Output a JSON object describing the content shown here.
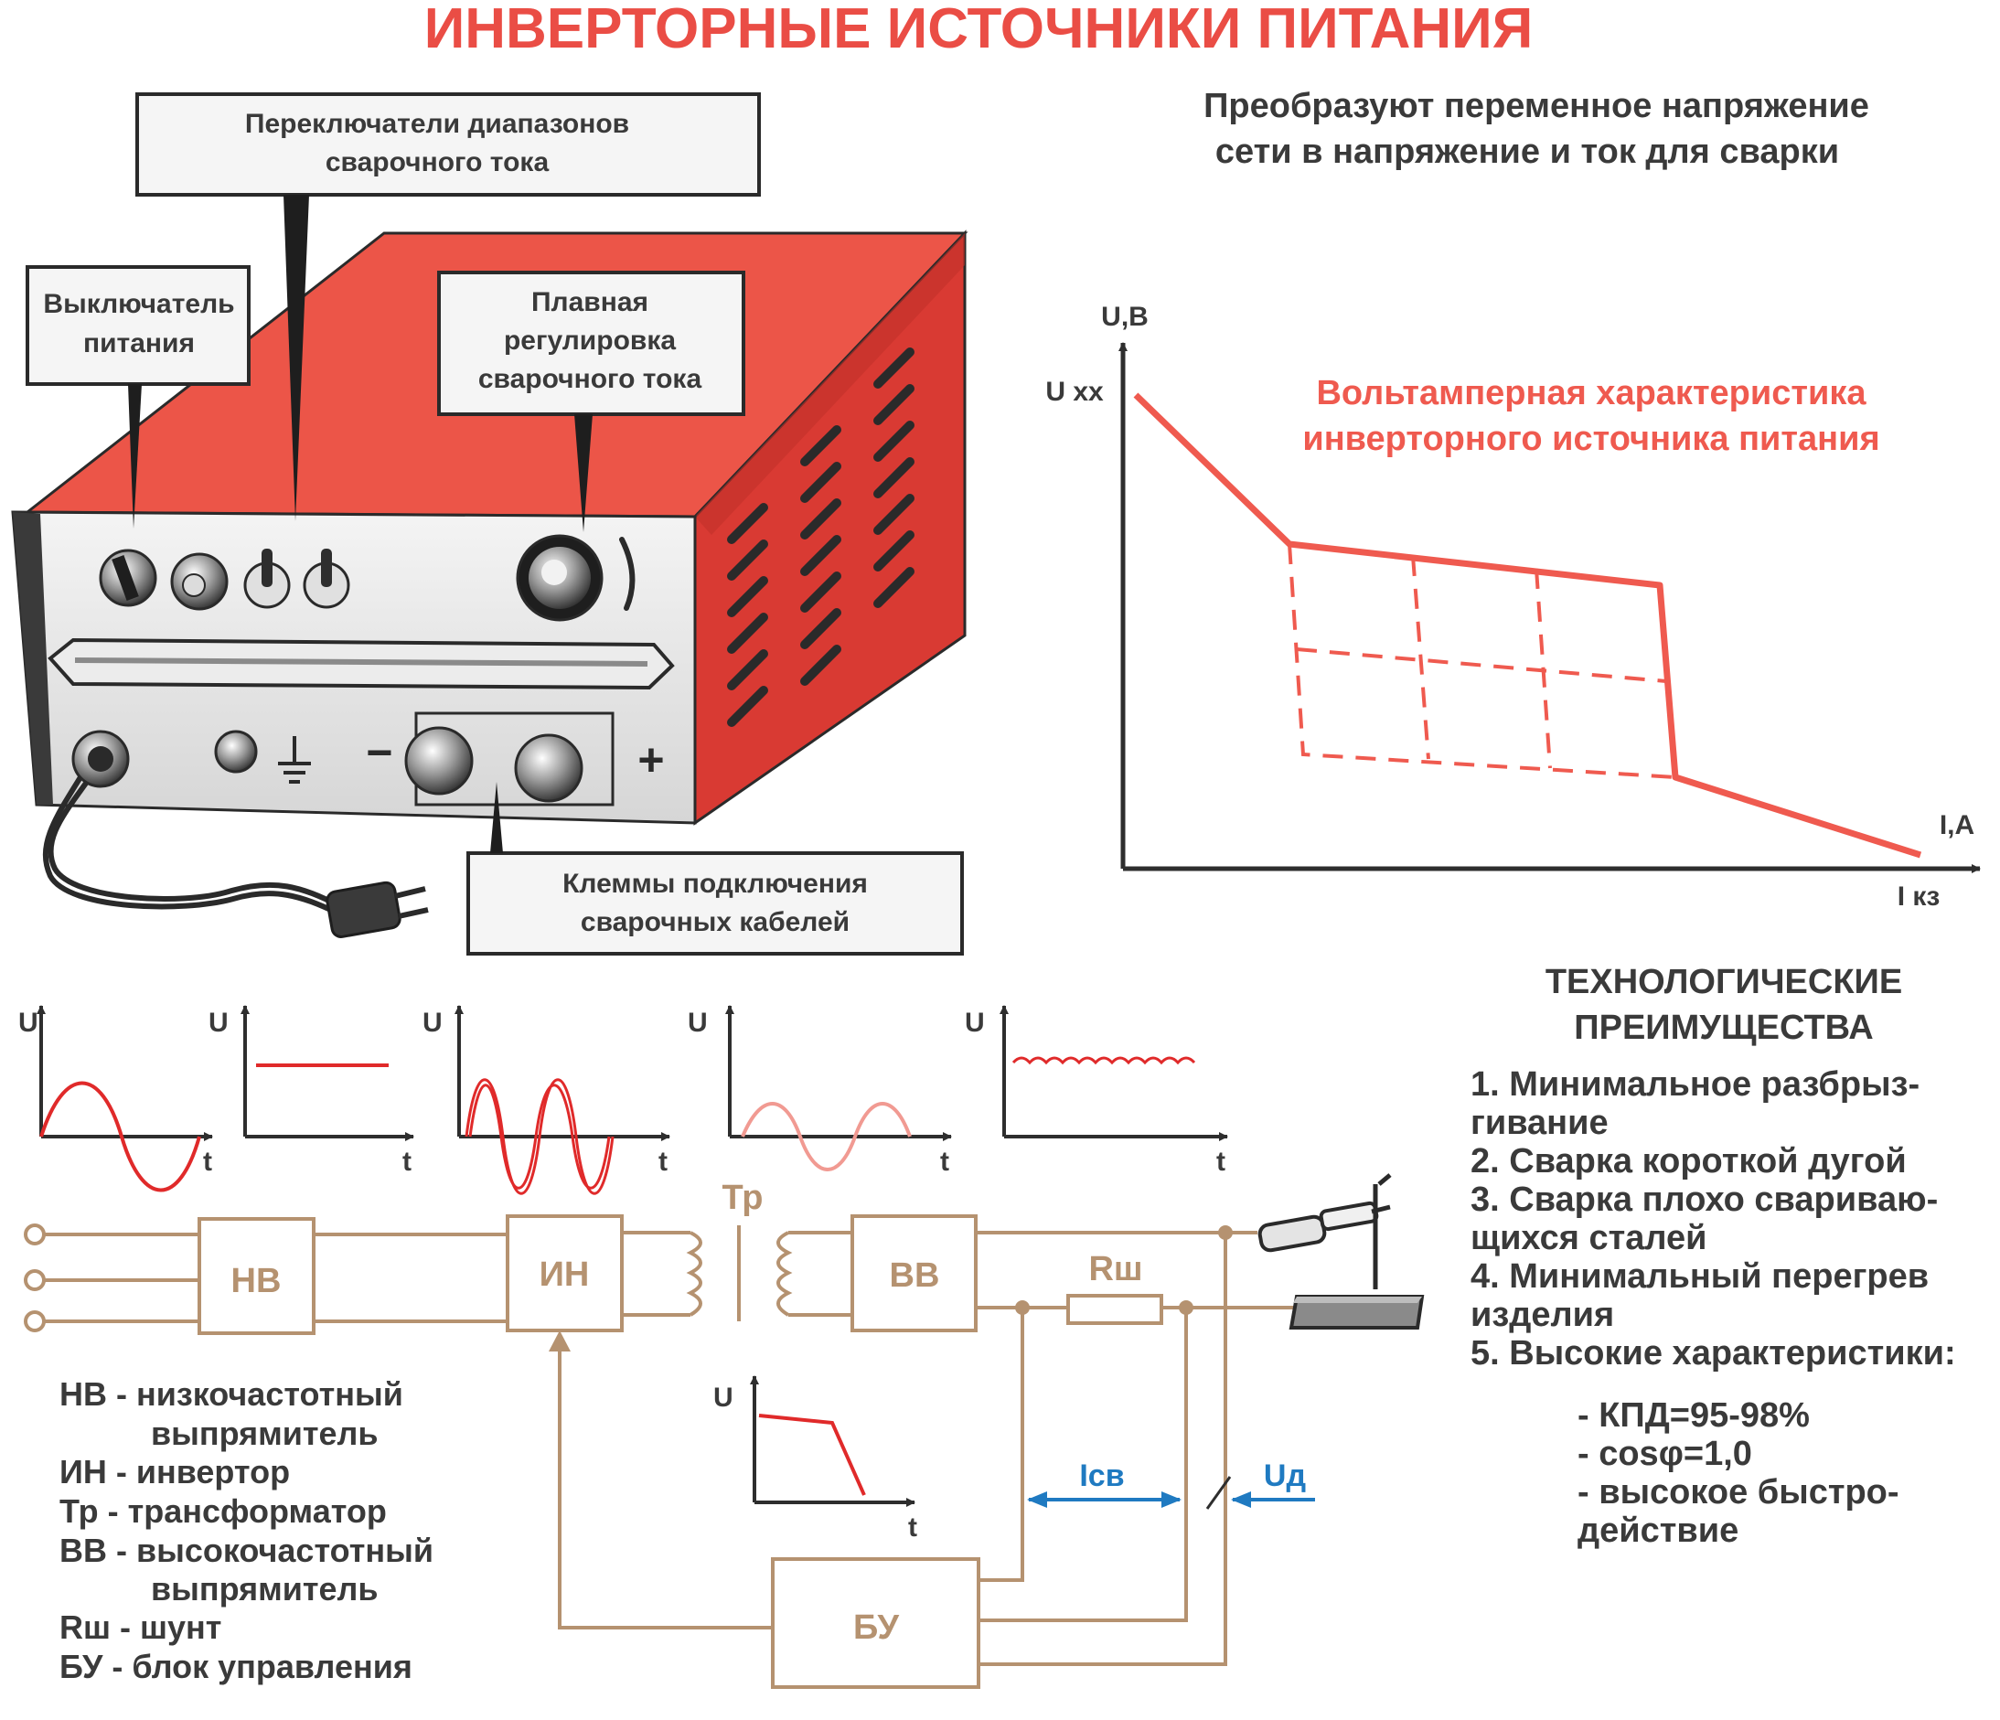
{
  "title": "ИНВЕРТОРНЫЕ ИСТОЧНИКИ ПИТАНИЯ",
  "subtitle": [
    "Преобразуют переменное напряжение",
    "сети в напряжение и ток для сварки"
  ],
  "callouts": {
    "range_switches": [
      "Переключатели диапазонов",
      "сварочного тока"
    ],
    "power_switch": [
      "Выключатель",
      "питания"
    ],
    "smooth_regulation": [
      "Плавная",
      "регулировка",
      "сварочного тока"
    ],
    "terminals": [
      "Клеммы подключения",
      "сварочных кабелей"
    ]
  },
  "device": {
    "minus": "−",
    "plus": "+"
  },
  "vac_chart": {
    "title": [
      "Вольтамперная характеристика",
      "инверторного источника питания"
    ],
    "y_axis": "U,В",
    "x_axis": "I,А",
    "uxx_label": "U хх",
    "ikz_label": "I кз"
  },
  "waveforms": {
    "u": "U",
    "t": "t"
  },
  "blocks": {
    "nv": "НВ",
    "in": "ИН",
    "tr": "Тр",
    "vv": "ВВ",
    "rsh": "Rш",
    "bu": "БУ"
  },
  "signals": {
    "isv": "Iсв",
    "ud": "Uд"
  },
  "legend": [
    "НВ - низкочастотный",
    "выпрямитель",
    "ИН - инвертор",
    "Тр - трансформатор",
    "ВВ - высокочастотный",
    "выпрямитель",
    "Rш - шунт",
    "БУ - блок управления"
  ],
  "advantages": {
    "heading": [
      "ТЕХНОЛОГИЧЕСКИЕ",
      "ПРЕИМУЩЕСТВА"
    ],
    "lines": [
      "1. Минимальное разбрыз-",
      "гивание",
      "2. Сварка короткой дугой",
      "3. Сварка плохо свариваю-",
      "щихся сталей",
      "4. Минимальный перегрев",
      "изделия",
      "5. Высокие характеристики:"
    ],
    "specs": [
      "- КПД=95-98%",
      "- cosφ=1,0",
      "- высокое быстро-",
      "действие"
    ]
  },
  "colors": {
    "accent_red": "#ea4d45",
    "curve_red": "#ef5a4f",
    "block_tan": "#b59270",
    "signal_blue": "#1f7ac1"
  }
}
